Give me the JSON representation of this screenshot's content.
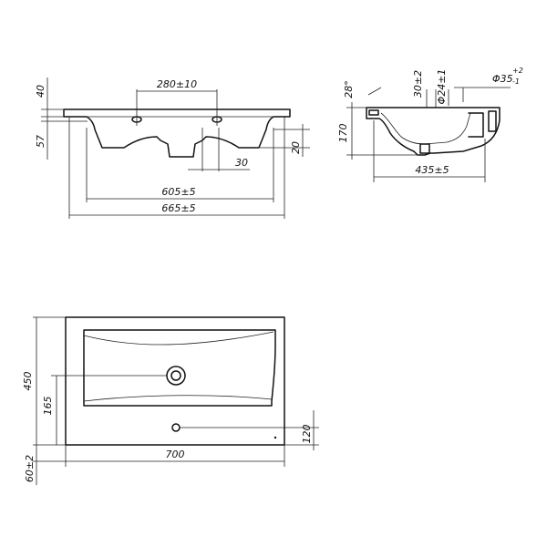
{
  "front_view": {
    "dim_height_top": "40",
    "dim_height_body": "57",
    "dim_holes_spacing": "280±10",
    "dim_right_20": "20",
    "dim_drain_30": "30",
    "dim_width_inner": "605±5",
    "dim_width_outer": "665±5"
  },
  "side_view": {
    "dim_angle": "28°",
    "dim_hole_depth": "30±2",
    "dim_hole_diameter": "Φ24±1",
    "dim_drain_diameter": "Φ35",
    "dim_drain_tol_upper": "+2",
    "dim_drain_tol_lower": "-1",
    "dim_height": "170",
    "dim_depth": "435±5"
  },
  "top_view": {
    "dim_depth": "450",
    "dim_drain_offset": "165",
    "dim_tap_offset": "120",
    "dim_width": "700",
    "dim_edge": "60±2"
  }
}
